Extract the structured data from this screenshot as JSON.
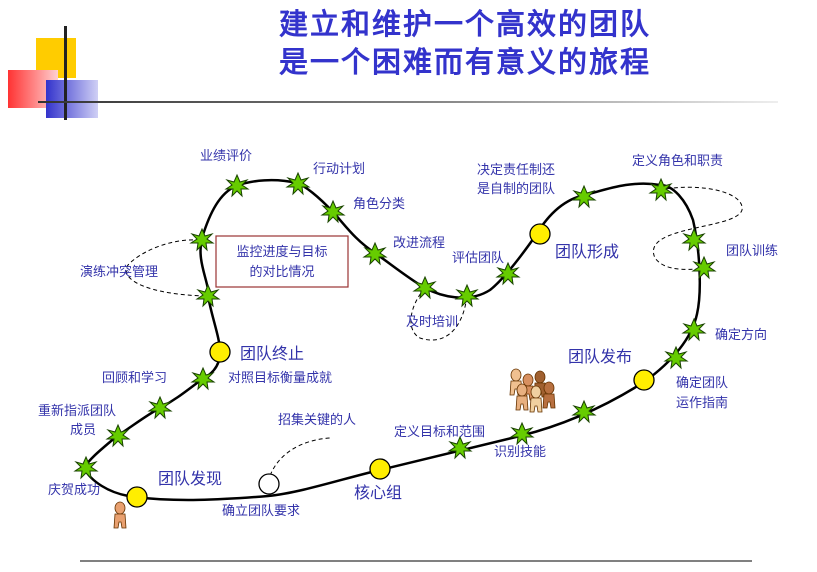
{
  "title": {
    "line1": "建立和维护一个高效的团队",
    "line2": "是一个困难而有意义的旅程"
  },
  "colors": {
    "title": "#3333cc",
    "label": "#3333aa",
    "milestone": "#ffee00",
    "step": "#66cc00",
    "box_border": "#993333",
    "deco_yellow": "#ffcc00",
    "deco_red": "#ff3333",
    "deco_blue": "#3333cc"
  },
  "milestones": {
    "discovery": "团队发现",
    "core": "核心组",
    "launch": "团队发布",
    "formation": "团队形成",
    "termination": "团队终止"
  },
  "steps": {
    "celebrate": "庆贺成功",
    "reassign": "重新指派团队",
    "reassign2": "成员",
    "review": "回顾和学习",
    "compare": "对照目标衡量成就",
    "practice": "演练冲突管理",
    "appraisal": "业绩评价",
    "action_plan": "行动计划",
    "roles": "角色分类",
    "improve": "改进流程",
    "evaluate": "评估团队",
    "timely_train": "及时培训",
    "accountability": "决定责任制还",
    "accountability2": "是自制的团队",
    "define_roles": "定义角色和职责",
    "team_training": "团队训练",
    "direction": "确定方向",
    "operating": "确定团队",
    "operating2": "运作指南",
    "recruit": "招集关键的人",
    "goals_scope": "定义目标和范围",
    "identify_skills": "识别技能",
    "requirements": "确立团队要求"
  },
  "box": {
    "line1": "监控进度与目标",
    "line2": "的对比情况"
  }
}
